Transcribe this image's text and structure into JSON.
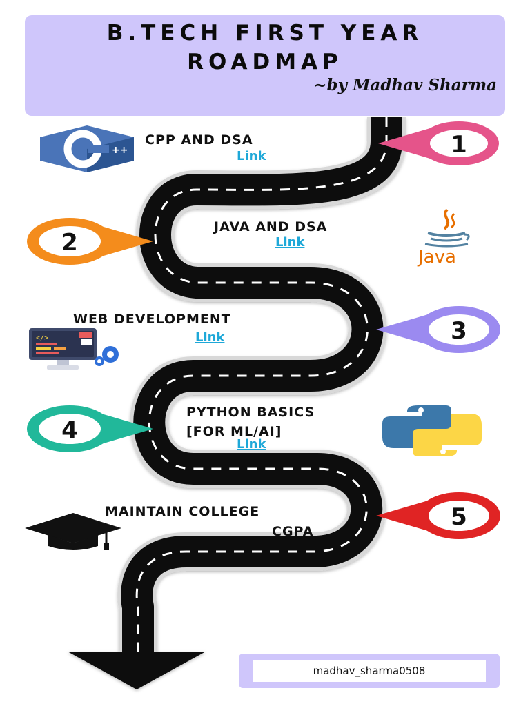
{
  "header": {
    "title_line1": "B.TECH  FIRST YEAR",
    "title_line2": "ROADMAP",
    "byline": "~by Madhav Sharma"
  },
  "steps": [
    {
      "number": "1",
      "title": "CPP  AND  DSA",
      "link": "Link",
      "color": "#e5548a",
      "icon": "cpp-logo-icon"
    },
    {
      "number": "2",
      "title": "JAVA AND DSA",
      "link": "Link",
      "color": "#f48c1c",
      "icon": "java-logo-icon",
      "icon_text": "Java"
    },
    {
      "number": "3",
      "title": "WEB DEVELOPMENT",
      "link": "Link",
      "color": "#9b8af0",
      "icon": "web-dev-icon"
    },
    {
      "number": "4",
      "title_line1": "PYTHON BASICS",
      "title_line2": "[FOR ML/AI]",
      "link": "Link",
      "color": "#21b89a",
      "icon": "python-logo-icon"
    },
    {
      "number": "5",
      "title_line1": "MAINTAIN COLLEGE",
      "title_line2": "CGPA",
      "color": "#e02424",
      "icon": "graduation-cap-icon"
    }
  ],
  "footer": {
    "handle": "madhav_sharma0508"
  },
  "colors": {
    "header_bg": "#cfc6fb",
    "road": "#0a0a0a",
    "link": "#1ea8d8"
  }
}
